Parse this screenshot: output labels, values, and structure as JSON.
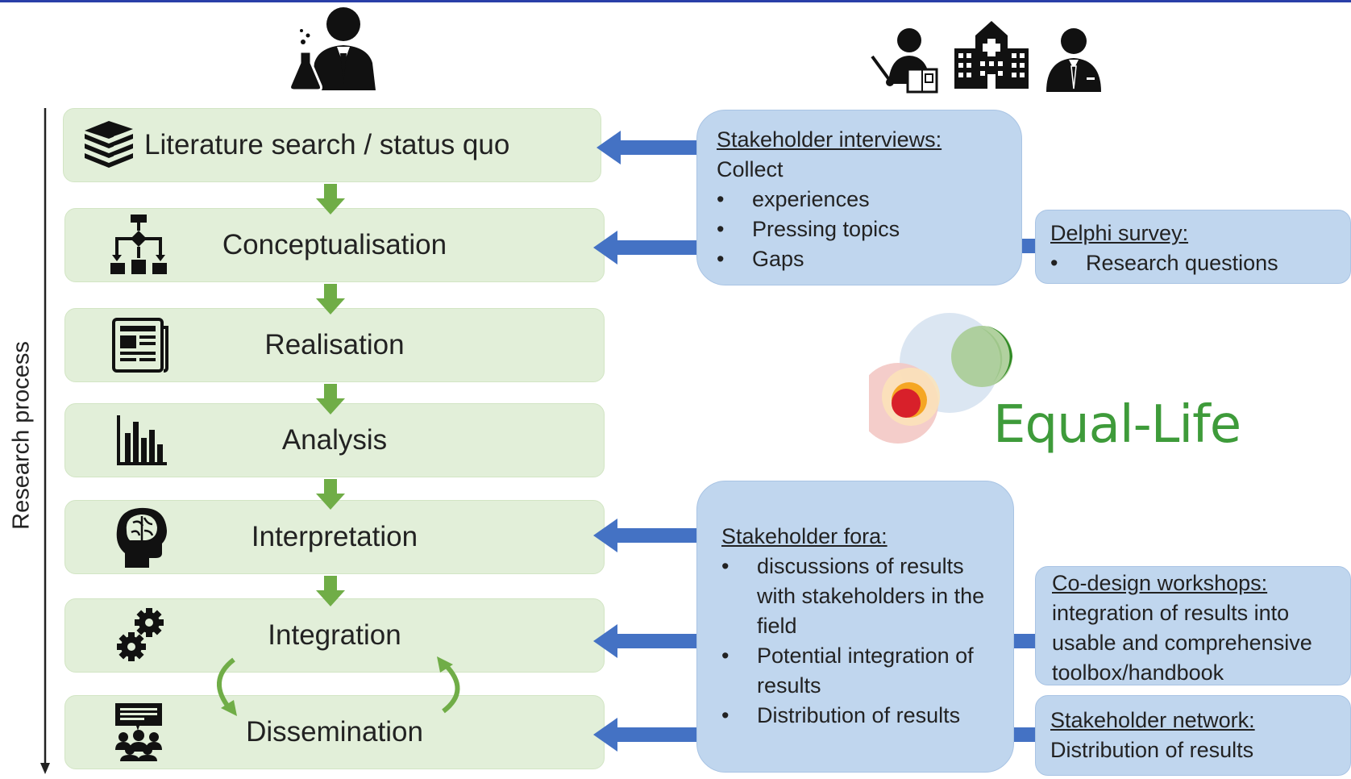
{
  "axis_label": "Research process",
  "steps": [
    {
      "label": "Literature search / status quo",
      "icon": "books-icon"
    },
    {
      "label": "Conceptualisation",
      "icon": "flowchart-icon"
    },
    {
      "label": "Realisation",
      "icon": "newspaper-icon"
    },
    {
      "label": "Analysis",
      "icon": "bar-chart-icon"
    },
    {
      "label": "Interpretation",
      "icon": "brain-head-icon"
    },
    {
      "label": "Integration",
      "icon": "gears-icon"
    },
    {
      "label": "Dissemination",
      "icon": "audience-presentation-icon"
    }
  ],
  "interviews": {
    "heading": "Stakeholder interviews:",
    "intro": "Collect",
    "items": [
      "experiences",
      "Pressing topics",
      "Gaps"
    ]
  },
  "delphi": {
    "heading": "Delphi survey:",
    "items": [
      "Research questions"
    ]
  },
  "fora": {
    "heading": "Stakeholder fora:",
    "items": [
      "discussions of results with stakeholders in the field",
      "Potential integration of results",
      "Distribution of results"
    ]
  },
  "codesign": {
    "heading": "Co-design workshops:",
    "text": "integration of results into usable and comprehensive toolbox/handbook"
  },
  "network": {
    "heading": "Stakeholder network:",
    "text": "Distribution of results"
  },
  "logo": {
    "text": "Equal-Life"
  },
  "icons": {
    "researcher": "scientist-icon",
    "stakeholders": [
      "teacher-icon",
      "hospital-icon",
      "businessman-icon"
    ]
  },
  "colors": {
    "step_fill": "#e2efd9",
    "box_fill": "#c0d6ee",
    "arrow_blue": "#4472c4",
    "arrow_green": "#70ad47",
    "logo_green": "#3e9b3a"
  }
}
